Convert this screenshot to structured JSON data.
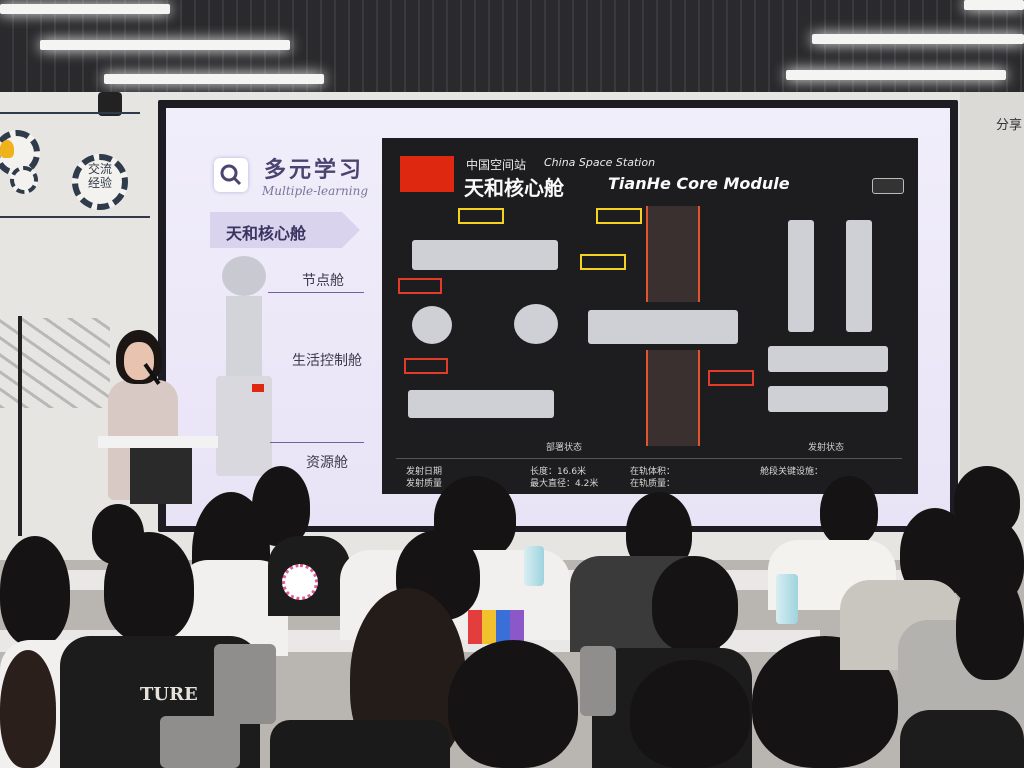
{
  "wall": {
    "gear_label_1": "交流",
    "gear_label_2": "经验",
    "right_sign": "分享"
  },
  "slide": {
    "brand_cn": "多元学习",
    "brand_en": "Multiple-learning",
    "section_title": "天和核心舱",
    "segments": [
      "节点舱",
      "生活控制舱",
      "资源舱"
    ],
    "infographic": {
      "subtitle_cn": "中国空间站",
      "subtitle_en": "China Space Station",
      "title_cn": "天和核心舱",
      "title_en": "TianHe Core Module",
      "caption_left": "部署状态",
      "caption_right": "发射状态",
      "footer": [
        "发射日期",
        "发射质量",
        "长度：16.6米",
        "最大直径：4.2米",
        "在轨体积：",
        "在轨质量：",
        "舱段关键设施："
      ]
    }
  },
  "audience_shirt_text": "TURE",
  "colors": {
    "flag": "#de2910",
    "highlight_yellow": "#f4d21f",
    "highlight_red": "#e23b2a",
    "slide_bg": "#f1eefb",
    "infographic_bg": "#1d1d20"
  }
}
